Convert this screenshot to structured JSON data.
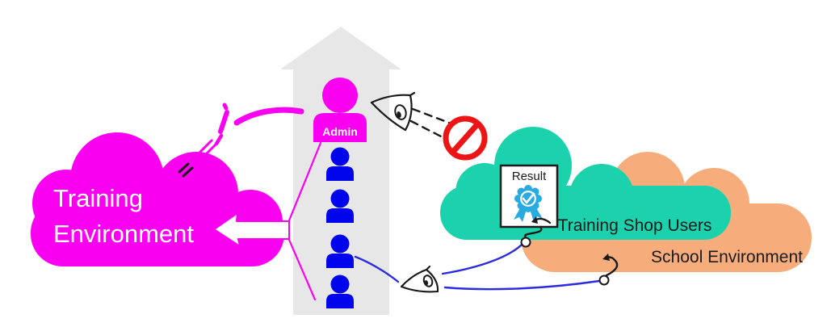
{
  "labels": {
    "training_environment": [
      "Training",
      "Environment"
    ],
    "admin": "Admin",
    "result": "Result",
    "training_shop_users": "Training Shop Users",
    "school_environment": "School Environment"
  },
  "figures": {
    "admin_count": 1,
    "student_user_count": 4
  },
  "icons": {
    "pen": "pen-icon",
    "admin_eye": "eye-icon",
    "users_eye": "eye-icon",
    "prohibition": "no-entry-icon",
    "certificate": "certificate-ribbon-icon",
    "detach_hooks": "unplugged-connector-icon"
  },
  "colors": {
    "magenta": "#FA00F0",
    "tower_gray": "#E7E7E7",
    "user_blue": "#0005EB",
    "teal": "#1CD2AD",
    "orange": "#F6AD7B",
    "prohibition_red": "#EC1414",
    "certificate_blue": "#29ABE2",
    "connector_blue": "#2B2BE0",
    "outline_black": "#1A1A1A",
    "label_white": "#FFFFFF"
  }
}
